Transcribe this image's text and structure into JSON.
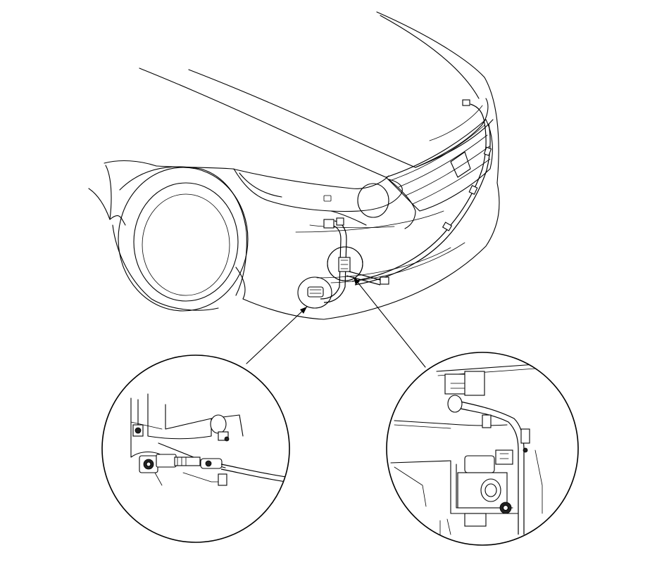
{
  "figure": {
    "background": "#ffffff",
    "line_color": "#000000",
    "parts": [
      "vehicle-front-outline",
      "front-wheel",
      "headlight",
      "front-grille",
      "bumper",
      "hose-assembly",
      "detail-view-left",
      "detail-view-right",
      "callout-arrow-left",
      "callout-arrow-right"
    ]
  }
}
